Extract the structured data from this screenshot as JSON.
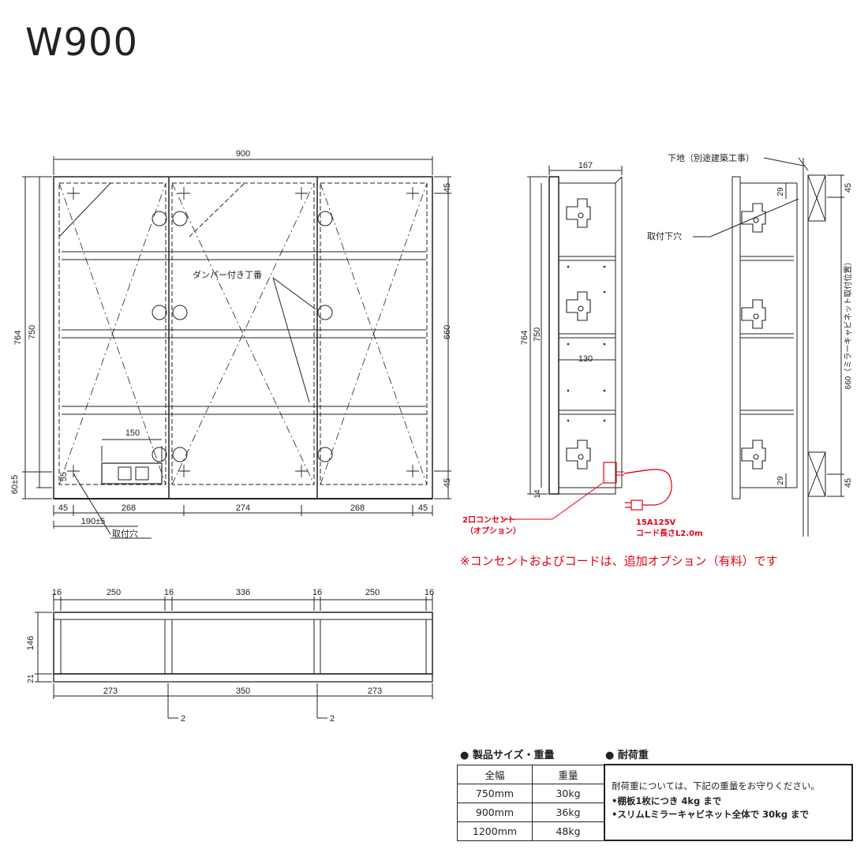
{
  "title": "W900",
  "front": {
    "width": "900",
    "height_total": "764",
    "height_box": "750",
    "mount_span": "660",
    "top_offset": "45",
    "bottom_offset": "45",
    "left_offset": "60±5",
    "hole_offset": "55",
    "bottom_dims": [
      "45",
      "268",
      "274",
      "268",
      "45"
    ],
    "hole_dim": "190±5",
    "outlet_width": "150",
    "damper_label": "ダンパー付き丁番",
    "hole_label": "取付穴"
  },
  "side": {
    "depth": "167",
    "height_total": "764",
    "height_box": "750",
    "inner_width": "130",
    "bottom_gap": "14",
    "outlet_label_1": "2口コンセント",
    "outlet_label_2": "（オプション）",
    "cord_label_1": "15A125V",
    "cord_label_2": "コード長さL2.0m"
  },
  "wall": {
    "base_label": "下地（別途建築工事）",
    "hole_label": "取付下穴",
    "top_dim": "45",
    "bottom_dim": "45",
    "span_dim": "660（ミラーキャビネット取付位置）",
    "gap_top": "29",
    "gap_bottom": "29"
  },
  "note": "※コンセントおよびコードは、追加オプション（有料）です",
  "plan": {
    "top_dims": [
      "16",
      "250",
      "16",
      "336",
      "16",
      "250",
      "16"
    ],
    "bottom_dims": [
      "273",
      "350",
      "273"
    ],
    "depth": "146",
    "base": "21",
    "thickness_1": "2",
    "thickness_2": "2"
  },
  "spec": {
    "heading": "製品サイズ・重量",
    "col_width": "全幅",
    "col_weight": "重量",
    "rows": [
      {
        "width": "750mm",
        "weight": "30kg"
      },
      {
        "width": "900mm",
        "weight": "36kg"
      },
      {
        "width": "1200mm",
        "weight": "48kg"
      }
    ]
  },
  "load": {
    "heading": "耐荷重",
    "intro": "耐荷重については、下記の重量をお守りください。",
    "line1": "•棚板1枚につき 4kg まで",
    "line2": "•スリムLミラーキャビネット全体で 30kg まで"
  },
  "colors": {
    "line": "#222222",
    "red": "#e60012"
  }
}
